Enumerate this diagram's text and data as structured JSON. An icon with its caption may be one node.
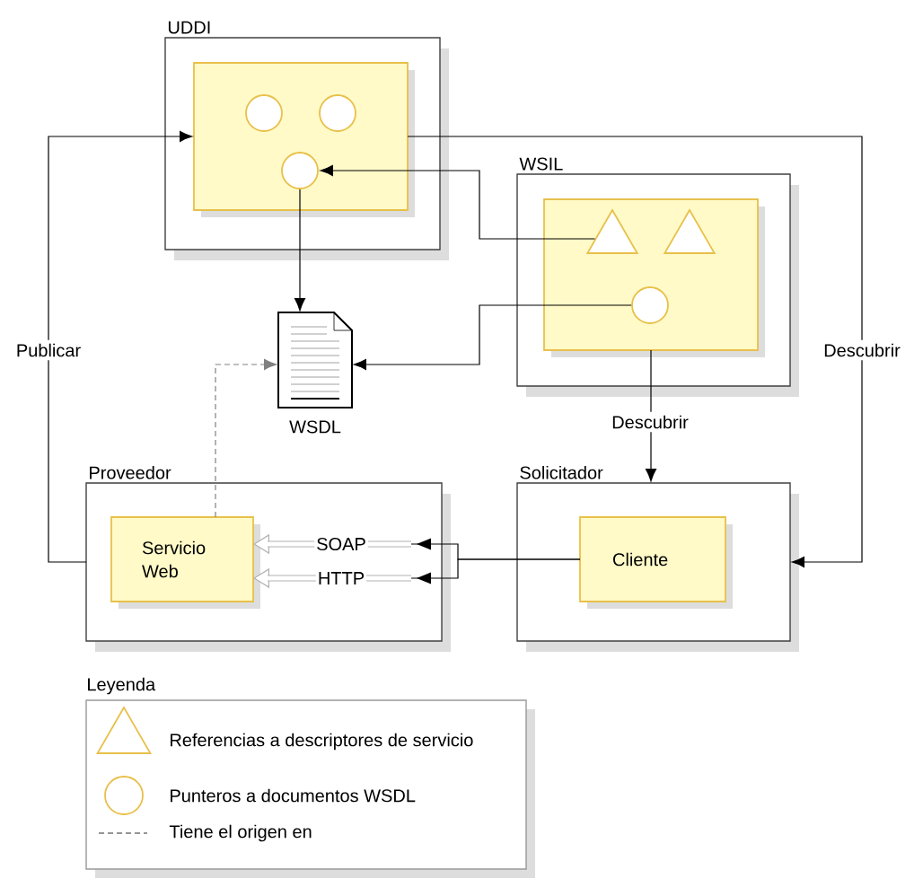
{
  "diagram": {
    "nodes": [
      {
        "text": [
          "UDDI"
        ]
      },
      {
        "text": [],
        "shape": "box",
        "in": 0
      },
      {
        "text": [],
        "shape": "circle",
        "in": 1
      },
      {
        "text": [],
        "shape": "circle",
        "in": 1
      },
      {
        "text": [],
        "shape": "circle",
        "in": 1
      },
      {
        "text": [
          "WSIL"
        ]
      },
      {
        "text": [],
        "shape": "box",
        "in": 5
      },
      {
        "text": [],
        "shape": "triangle",
        "in": 6
      },
      {
        "text": [],
        "shape": "triangle",
        "in": 6
      },
      {
        "text": [],
        "shape": "circle",
        "in": 6
      },
      {
        "text": [
          "WSDL"
        ]
      },
      {
        "text": [
          "Proveedor"
        ]
      },
      {
        "text": [
          "Servicio Web"
        ],
        "in": 11
      },
      {
        "text": [
          "Solicitador"
        ]
      },
      {
        "text": [
          "Cliente"
        ],
        "in": 13
      }
    ],
    "edges": [
      {
        "from": 11,
        "to": 1,
        "arrow": "to",
        "label": "Publicar"
      },
      {
        "from": 1,
        "to": 13,
        "arrow": "to",
        "label": "Descubrir"
      },
      {
        "from": 7,
        "to": 4,
        "arrow": "to"
      },
      {
        "from": 4,
        "to": 10,
        "arrow": "to"
      },
      {
        "from": 9,
        "to": 10,
        "arrow": "to"
      },
      {
        "from": 6,
        "to": 13,
        "arrow": "to",
        "label": "Descubrir"
      },
      {
        "from": 12,
        "to": 10,
        "arrow": "to",
        "style": "dashed",
        "color": "#808080"
      },
      {
        "from": 14,
        "to": 12,
        "arrow": "to",
        "label": "SOAP"
      },
      {
        "from": 14,
        "to": 12,
        "arrow": "to",
        "label": "HTTP"
      }
    ],
    "labels": [
      "Leyenda"
    ],
    "legend": [
      {
        "text": "Referencias a descriptores de servicio"
      },
      {
        "text": "Punteros a documentos WSDL"
      },
      {
        "text": "Tiene el origen en"
      }
    ]
  }
}
